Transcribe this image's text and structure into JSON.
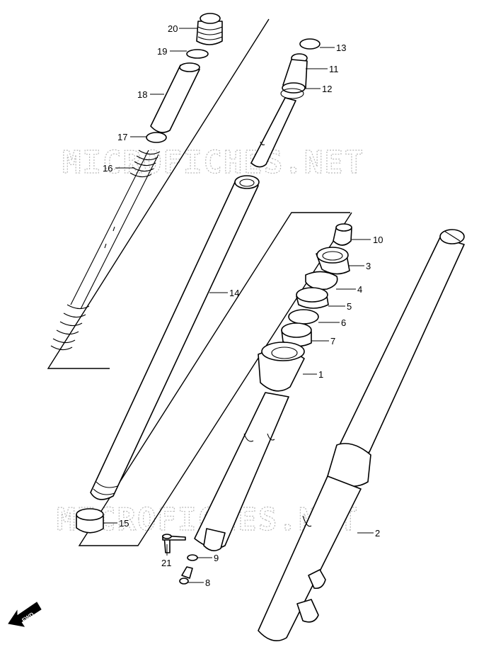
{
  "watermark": "MICROFICHES.NET",
  "fwd_label": "FWD",
  "callouts": {
    "p1": "1",
    "p2": "2",
    "p3": "3",
    "p4": "4",
    "p5": "5",
    "p6": "6",
    "p7": "7",
    "p8": "8",
    "p9": "9",
    "p10": "10",
    "p11": "11",
    "p12": "12",
    "p13": "13",
    "p14": "14",
    "p15": "15",
    "p16": "16",
    "p17": "17",
    "p18": "18",
    "p19": "19",
    "p20": "20",
    "p21": "21"
  }
}
